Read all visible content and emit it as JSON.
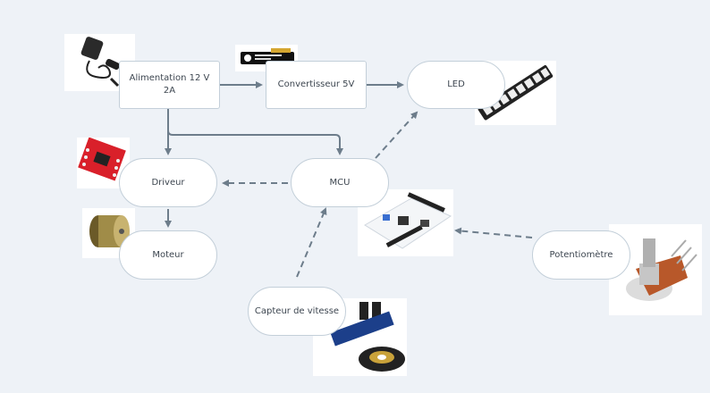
{
  "diagram": {
    "title": "Architecture matérielle",
    "nodes": [
      {
        "id": "alim",
        "label_line1": "Alimentation 12 V",
        "label_line2": "2A",
        "shape": "rect"
      },
      {
        "id": "conv",
        "label": "Convertisseur 5V",
        "shape": "rect"
      },
      {
        "id": "led",
        "label": "LED",
        "shape": "pill"
      },
      {
        "id": "driver",
        "label": "Driveur",
        "shape": "pill"
      },
      {
        "id": "mcu",
        "label": "MCU",
        "shape": "pill"
      },
      {
        "id": "motor",
        "label": "Moteur",
        "shape": "pill"
      },
      {
        "id": "pot",
        "label": "Potentiomètre",
        "shape": "pill"
      },
      {
        "id": "speed",
        "label": "Capteur de vitesse",
        "shape": "pill"
      }
    ],
    "edges": [
      {
        "from": "alim",
        "to": "conv",
        "style": "solid"
      },
      {
        "from": "conv",
        "to": "led",
        "style": "solid"
      },
      {
        "from": "alim",
        "to": "driver",
        "style": "solid"
      },
      {
        "from": "alim",
        "to": "mcu",
        "style": "solid"
      },
      {
        "from": "driver",
        "to": "motor",
        "style": "solid"
      },
      {
        "from": "mcu",
        "to": "driver",
        "style": "dashed"
      },
      {
        "from": "mcu",
        "to": "led",
        "style": "dashed"
      },
      {
        "from": "pot",
        "to": "mcu",
        "style": "dashed"
      },
      {
        "from": "speed",
        "to": "mcu",
        "style": "dashed"
      }
    ],
    "images": [
      {
        "id": "power-adapter-photo",
        "depicts": "power adapter"
      },
      {
        "id": "converter-photo",
        "depicts": "5V converter board"
      },
      {
        "id": "led-strip-photo",
        "depicts": "LED strip"
      },
      {
        "id": "driver-board-photo",
        "depicts": "motor driver board"
      },
      {
        "id": "motor-photo",
        "depicts": "DC motor"
      },
      {
        "id": "mcu-board-photo",
        "depicts": "Nucleo microcontroller board"
      },
      {
        "id": "potentiometer-photo",
        "depicts": "potentiometer"
      },
      {
        "id": "speed-sensor-photo",
        "depicts": "optical speed sensor with encoder disc"
      }
    ],
    "colors": {
      "background": "#eef2f7",
      "node_border": "#c3cfd9",
      "arrow": "#6d7d8b",
      "text": "#3d4650"
    }
  }
}
